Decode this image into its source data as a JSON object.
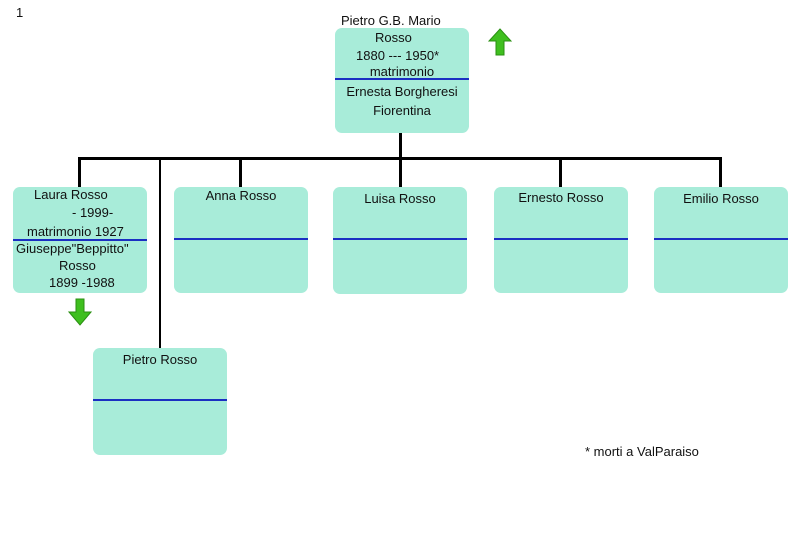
{
  "page_number": "1",
  "footnote": "* morti a ValParaiso",
  "root": {
    "name_line1": "Pietro G.B. Mario",
    "name_line2": "Rosso",
    "dates": "1880 --- 1950*",
    "marriage": "matrimonio",
    "spouse_line1": "Ernesta Borgheresi",
    "spouse_line2": "Fiorentina",
    "arrow_icon": "up-arrow-icon"
  },
  "children": [
    {
      "name": "Laura Rosso",
      "dates": "- 1999-",
      "marriage": "matrimonio 1927",
      "spouse_line1": "Giuseppe\"Beppitto\"",
      "spouse_line2": "Rosso",
      "spouse_dates": "1899 -1988",
      "arrow_icon": "down-arrow-icon"
    },
    {
      "name": "Anna Rosso"
    },
    {
      "name": "Luisa Rosso"
    },
    {
      "name": "Ernesto Rosso"
    },
    {
      "name": "Emilio Rosso"
    },
    {
      "name": "Pietro Rosso"
    }
  ],
  "colors": {
    "box_fill": "#a8ecd9",
    "divider": "#1b2fc2",
    "arrow": "#3fbf1f"
  }
}
